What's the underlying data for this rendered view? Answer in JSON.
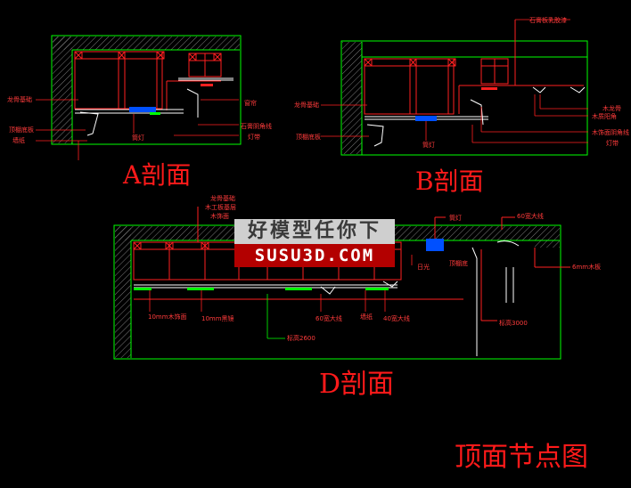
{
  "colors": {
    "background": "#000000",
    "frame": "#00ff00",
    "wood": "#ff2020",
    "fixture": "#ffffff",
    "light": "#0050ff",
    "text": "#ff2020"
  },
  "titles": {
    "a": "A剖面",
    "b": "B剖面",
    "d": "D剖面",
    "main": "顶面节点图"
  },
  "labels": {
    "a_left_1": "龙骨基础",
    "a_left_2": "顶棚底板",
    "a_left_3": "墙纸",
    "a_bottom_1": "筒灯",
    "a_right_1": "窗帘",
    "a_right_2": "石膏阴角线",
    "a_right_3": "灯带",
    "b_top": "石膏板乳胶漆",
    "b_left_1": "龙骨基础",
    "b_left_2": "顶棚底板",
    "b_bottom": "筒灯",
    "b_right_1": "木龙骨",
    "b_right_2": "木质阳角",
    "b_right_3": "木饰面阴角线",
    "b_right_4": "灯带",
    "d_top_1": "龙骨基础",
    "d_top_2": "木工板基层",
    "d_top_3": "木饰面",
    "d_light": "筒灯",
    "d_arch": "60宽大线",
    "d_mid_1": "日光",
    "d_mid_2": "顶棚底",
    "d_right": "6mm木板",
    "d_b1": "10mm木饰面",
    "d_b2": "10mm黑镜",
    "d_b3": "60宽大线",
    "d_b4": "墙纸",
    "d_b5": "40宽大线",
    "d_level_1": "标高2600",
    "d_level_2": "标高3000"
  },
  "watermark": {
    "line1": "好模型任你下",
    "line2": "SUSU3D.COM"
  }
}
